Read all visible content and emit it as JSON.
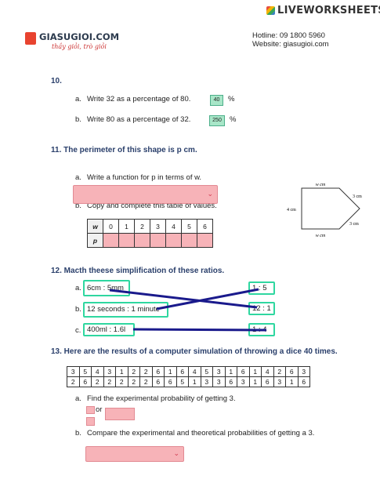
{
  "header": {
    "liveworksheets_logo": "LIVEWORKSHEETS",
    "brand_name": "GIASUGIOI.COM",
    "brand_tagline": "thầy giỏi, trò giỏi",
    "hotline": "Hotline: 09 1800 5960",
    "website": "Website: giasugioi.com"
  },
  "q10": {
    "number": "10.",
    "a_label": "a.",
    "a_text": "Write 32 as a percentage of 80.",
    "a_answer": "40",
    "a_unit": "%",
    "b_label": "b.",
    "b_text": "Write 80 as a percentage of 32.",
    "b_answer": "250",
    "b_unit": "%"
  },
  "q11": {
    "title": "11. The perimeter of this shape is p cm.",
    "a_label": "a.",
    "a_text": "Write a function for p in terms of w.",
    "b_label": "b.",
    "b_text": "Copy and complete this table of values.",
    "table_w_header": "w",
    "table_p_header": "p",
    "w_values": [
      "0",
      "1",
      "2",
      "3",
      "4",
      "5",
      "6"
    ],
    "shape_labels": {
      "top": "w cm",
      "right_top": "3 cm",
      "left": "4 cm",
      "right_bottom": "3 cm",
      "bottom": "w cm"
    }
  },
  "q12": {
    "title": "12. Macth theese simplification of these ratios.",
    "a_label": "a.",
    "a_left": "6cm : 5mm",
    "b_label": "b.",
    "b_left": "12 seconds : 1 minute",
    "c_label": "c.",
    "c_left": "400ml : 1.6l",
    "right_1": "1 : 5",
    "right_2": "12 : 1",
    "right_3": "1 : 4"
  },
  "q13": {
    "title": "13. Here are the results of a computer simulation of throwing a dice 40 times.",
    "row1": [
      "3",
      "5",
      "4",
      "3",
      "1",
      "2",
      "2",
      "6",
      "1",
      "6",
      "4",
      "5",
      "3",
      "1",
      "6",
      "1",
      "4",
      "2",
      "6",
      "3"
    ],
    "row2": [
      "2",
      "6",
      "2",
      "2",
      "2",
      "2",
      "2",
      "6",
      "6",
      "5",
      "1",
      "3",
      "3",
      "6",
      "3",
      "1",
      "6",
      "3",
      "1",
      "6"
    ],
    "a_label": "a.",
    "a_text": "Find the experimental probability of getting 3.",
    "or_text": "or",
    "b_label": "b.",
    "b_text": "Compare the experimental and theoretical probabilities of getting a 3."
  },
  "colors": {
    "answer_green": "#a8e6c8",
    "input_pink": "#f7b3b8",
    "match_border": "#2fd7a0",
    "match_line": "#1a1a8c",
    "heading_blue": "#2a3f6b"
  }
}
